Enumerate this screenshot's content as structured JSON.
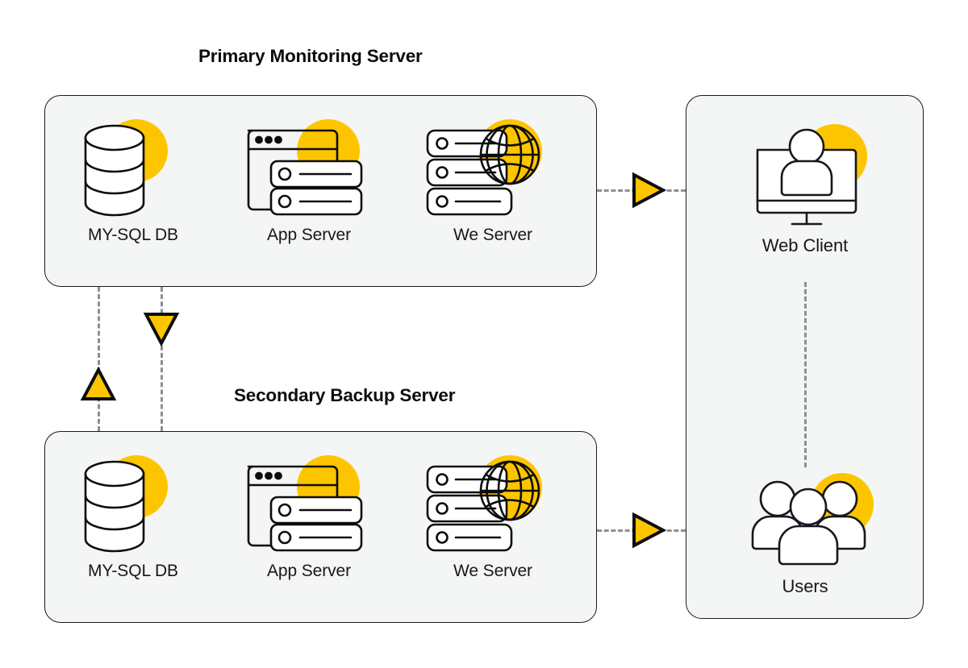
{
  "page": {
    "background": "#ffffff",
    "accent_yellow": "#FDC500",
    "panel_fill": "#f4f5f5",
    "stroke": "#1b1b1f",
    "dash_color": "#8c9091"
  },
  "titles": {
    "primary": "Primary Monitoring Server",
    "secondary": "Secondary Backup Server"
  },
  "panels": {
    "primary": {
      "name": "primary-monitoring-server-panel",
      "nodes": [
        {
          "key": "mysql",
          "label": "MY-SQL DB",
          "icon": "database-icon"
        },
        {
          "key": "appserver",
          "label": "App Server",
          "icon": "app-server-icon"
        },
        {
          "key": "webserver",
          "label": "We Server",
          "icon": "web-server-icon"
        }
      ]
    },
    "secondary": {
      "name": "secondary-backup-server-panel",
      "nodes": [
        {
          "key": "mysql",
          "label": "MY-SQL DB",
          "icon": "database-icon"
        },
        {
          "key": "appserver",
          "label": "App Server",
          "icon": "app-server-icon"
        },
        {
          "key": "webserver",
          "label": "We Server",
          "icon": "web-server-icon"
        }
      ]
    },
    "clients": {
      "name": "clients-panel",
      "nodes": [
        {
          "key": "webclient",
          "label": "Web Client",
          "icon": "monitor-user-icon"
        },
        {
          "key": "users",
          "label": "Users",
          "icon": "users-group-icon"
        }
      ]
    }
  },
  "connectors": [
    {
      "name": "primary-to-web-client",
      "direction": "right",
      "style": "dashed",
      "arrow": "triangle-right"
    },
    {
      "name": "secondary-to-users",
      "direction": "right",
      "style": "dashed",
      "arrow": "triangle-right"
    },
    {
      "name": "secondary-to-primary-replica",
      "direction": "up",
      "style": "dashed",
      "arrow": "triangle-up"
    },
    {
      "name": "primary-to-secondary-replica",
      "direction": "down",
      "style": "dashed",
      "arrow": "triangle-down"
    },
    {
      "name": "web-client-to-users",
      "direction": "none",
      "style": "dashed",
      "arrow": "none"
    }
  ]
}
